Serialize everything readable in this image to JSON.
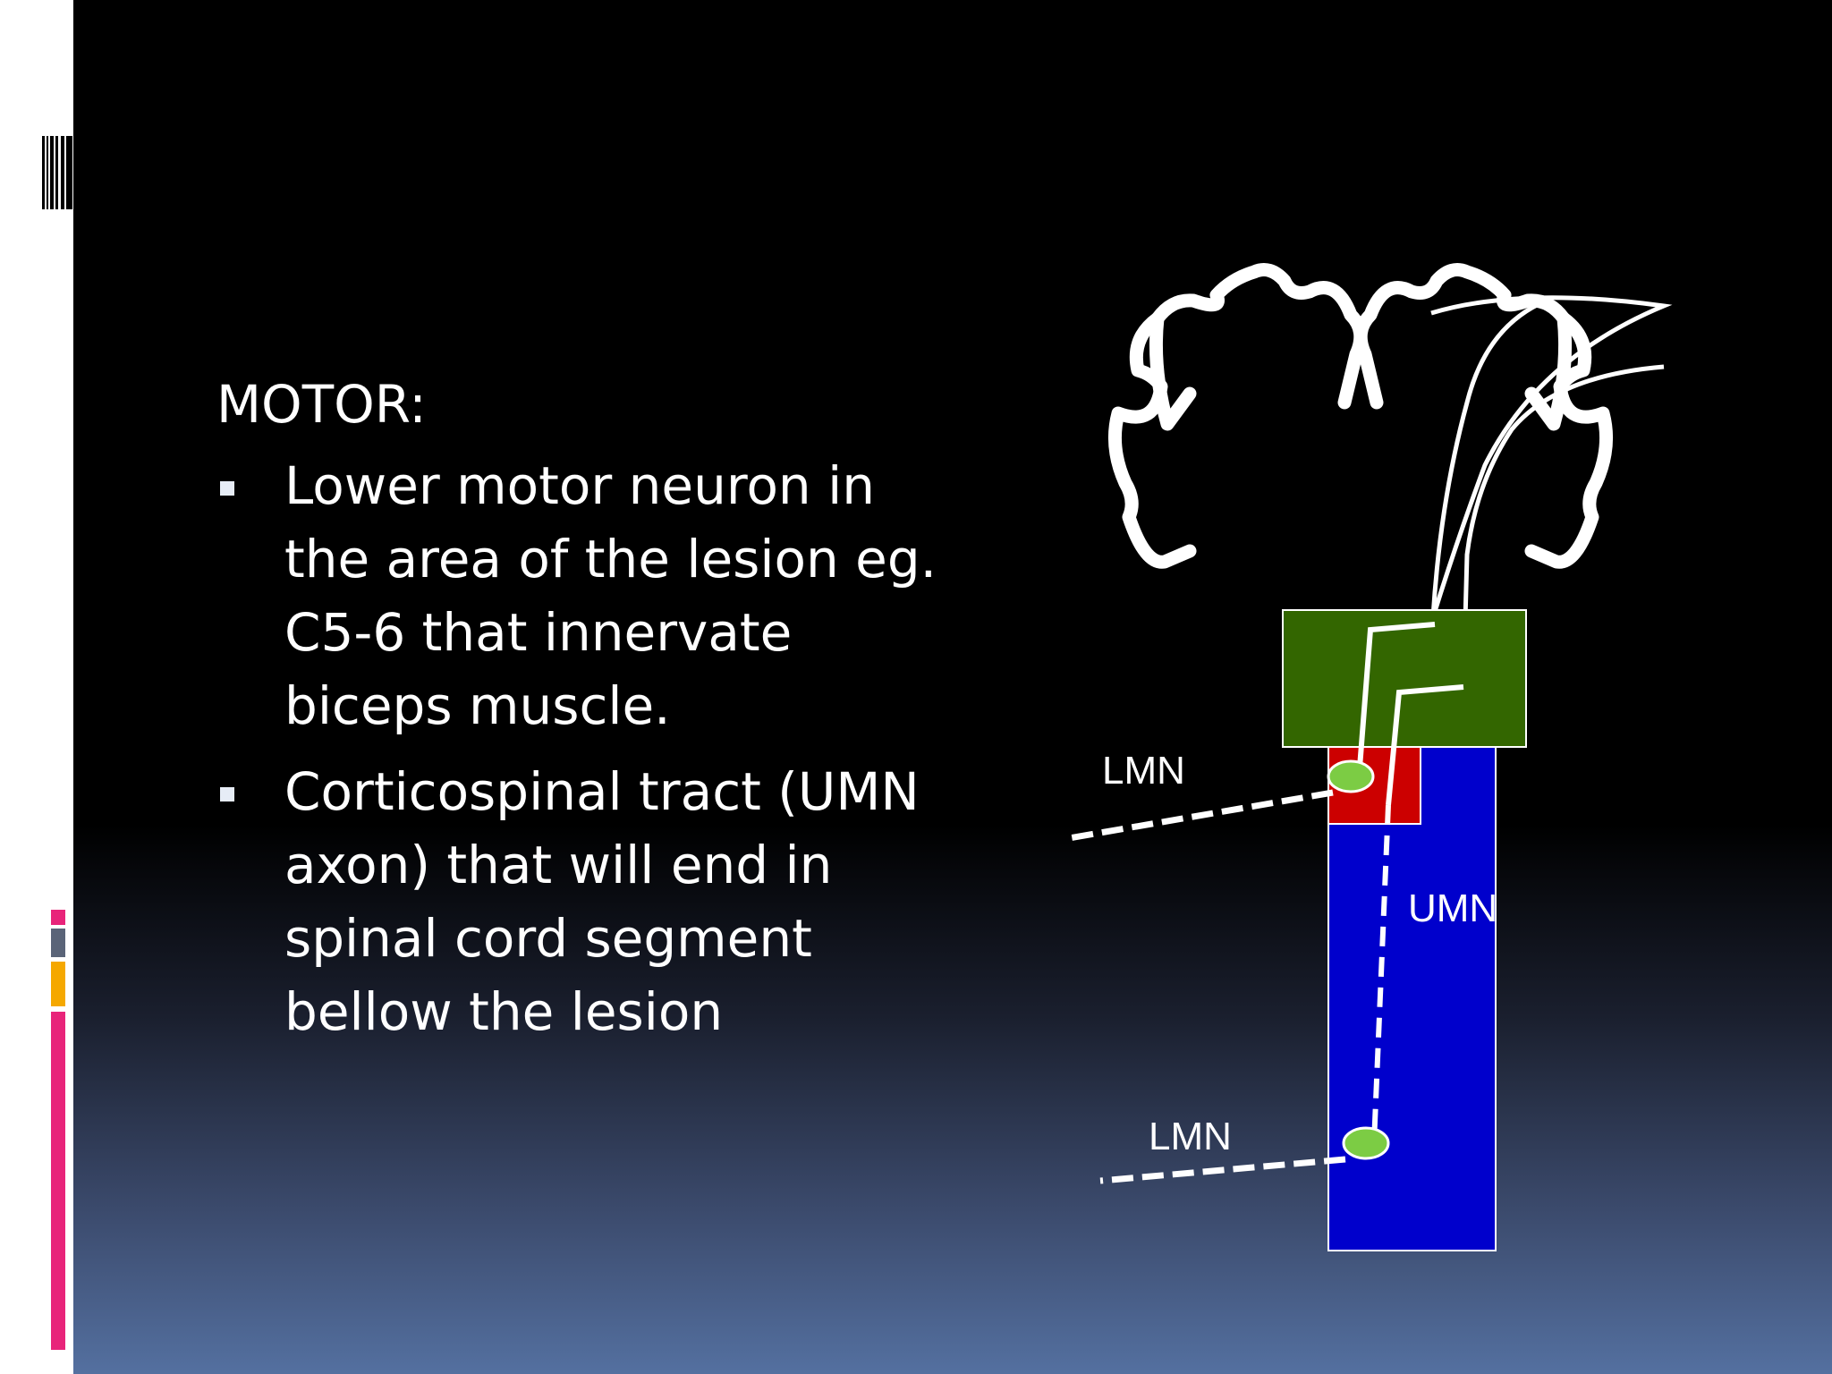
{
  "slide": {
    "heading": "MOTOR:",
    "bullets": [
      "Lower motor neuron  in the area of the lesion eg. C5-6 that innervate biceps muscle.",
      "Corticospinal tract (UMN axon) that will end in spinal cord segment bellow the lesion"
    ]
  },
  "diagram": {
    "labels": {
      "lmn_upper": "LMN",
      "umn": "UMN",
      "lmn_lower": "LMN"
    }
  },
  "colors": {
    "brain_outline": "#ffffff",
    "upper_segment": "#336600",
    "lesion_segment": "#cc0000",
    "spinal_cord": "#0000cc",
    "neuron_body": "#7ccc44",
    "accent_pink": "#e8247a",
    "accent_orange": "#f5a800",
    "accent_gray": "#5a6478"
  }
}
